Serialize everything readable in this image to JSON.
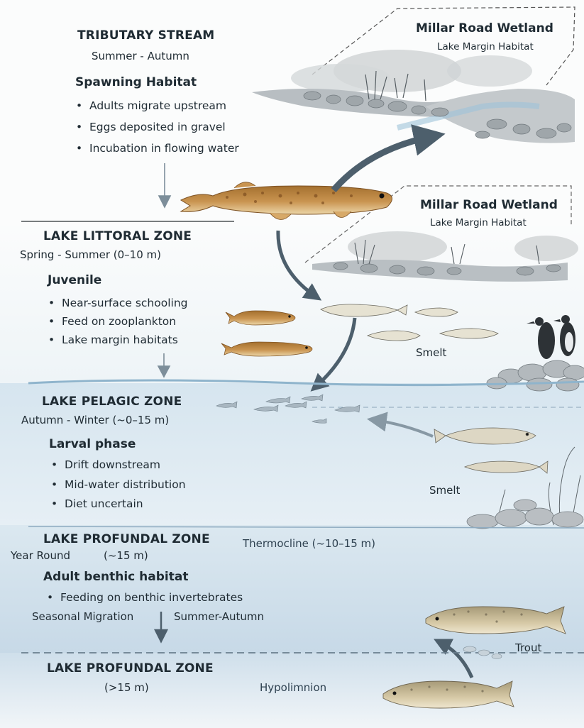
{
  "colors": {
    "stream_bg": "#fbfcfc",
    "littoral_bg": "#f2f6f8",
    "pelagic_bg": "#dde9f1",
    "profundal_bg": "#c9dbe8",
    "deep_bg": "#e3edf3",
    "arrow": "#4d5f6c",
    "fish_brown": "#b9823f",
    "fish_pattern": "#8c5a2a",
    "trout": "#c9b88f"
  },
  "stream": {
    "title": "TRIBUTARY STREAM",
    "season": "Summer - Autumn",
    "heading": "Spawning Habitat",
    "bullets": [
      "Adults migrate upstream",
      "Eggs deposited in gravel",
      "Incubation in flowing water"
    ]
  },
  "wetland_top": {
    "title": "Millar Road Wetland",
    "subtitle": "Lake Margin Habitat"
  },
  "wetland_mid": {
    "title": "Millar Road Wetland",
    "subtitle": "Lake Margin Habitat"
  },
  "littoral": {
    "title": "LAKE LITTORAL ZONE",
    "season": "Spring - Summer (0–10 m)",
    "heading": "Juvenile",
    "bullets": [
      "Near-surface schooling",
      "Feed on zooplankton",
      "Lake margin habitats"
    ]
  },
  "smelt_label_1": "Smelt",
  "pelagic": {
    "title": "LAKE PELAGIC ZONE",
    "season": "Autumn - Winter (~0–15 m)",
    "heading": "Larval phase",
    "bullets": [
      "Drift downstream",
      "Mid-water distribution",
      "Diet uncertain"
    ]
  },
  "smelt_label_2": "Smelt",
  "profundal": {
    "title": "LAKE PROFUNDAL ZONE",
    "season": "Year Round",
    "depth": "(~15 m)",
    "thermocline": "Thermocline (~10–15 m)",
    "heading": "Adult benthic habitat",
    "bullets": [
      "Feeding on benthic invertebrates"
    ],
    "migration_label": "Seasonal Migration",
    "migration_season": "Summer-Autumn"
  },
  "trout_label": "Trout",
  "deep": {
    "title": "LAKE PROFUNDAL ZONE",
    "depth": "(>15 m)",
    "layer": "Hypolimnion"
  },
  "bullet_char": "•"
}
